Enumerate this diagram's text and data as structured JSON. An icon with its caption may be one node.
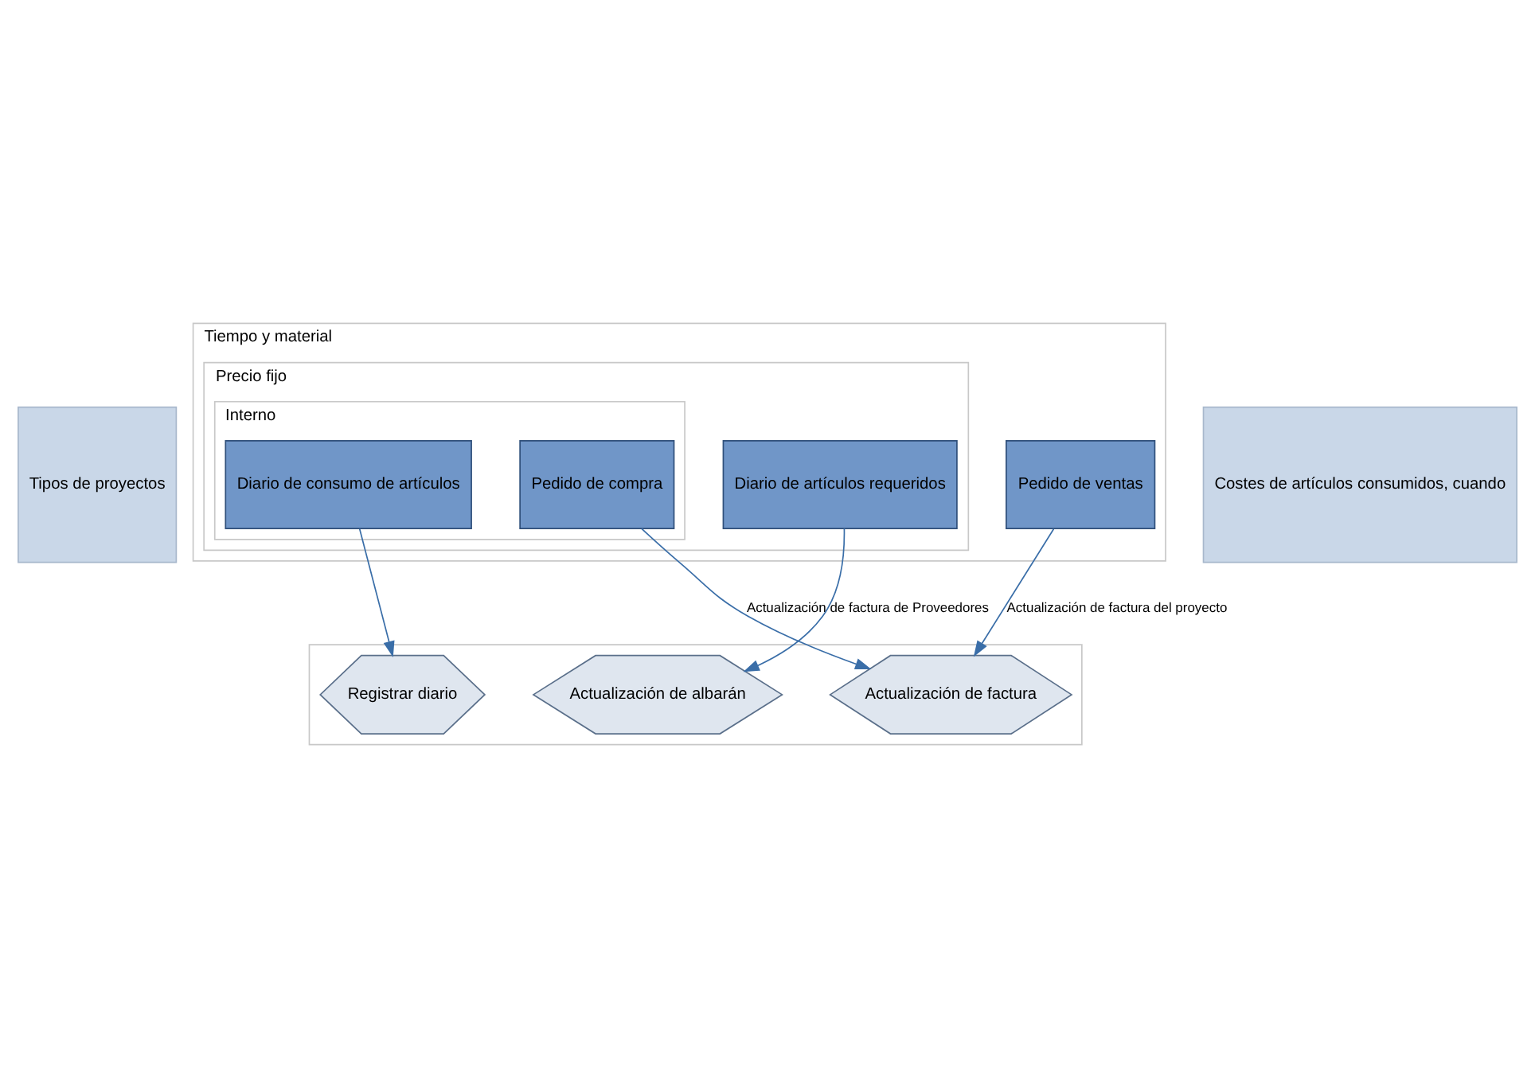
{
  "diagram": {
    "nodes": [
      {
        "text": [
          "Tipos de proyectos"
        ]
      },
      {
        "text": [
          "Tiempo y material"
        ]
      },
      {
        "text": [
          "Precio fijo"
        ],
        "in": 1
      },
      {
        "text": [
          "Interno"
        ],
        "in": 2
      },
      {
        "text": [
          "Diario de consumo de artículos"
        ],
        "in": 3
      },
      {
        "text": [
          "Pedido de compra"
        ],
        "in": 3
      },
      {
        "text": [
          "Diario de artículos requeridos"
        ],
        "in": 2
      },
      {
        "text": [
          "Pedido de ventas"
        ],
        "in": 1
      },
      {
        "text": [
          "Costes de artículos consumidos, cuando"
        ]
      },
      {
        "text": [],
        "shape": "box"
      },
      {
        "text": [
          "Registrar diario"
        ],
        "in": 9
      },
      {
        "text": [
          "Actualización de albarán"
        ],
        "in": 9
      },
      {
        "text": [
          "Actualización de factura"
        ],
        "in": 9
      }
    ],
    "edges": [
      {
        "from": 4,
        "to": 10,
        "arrow": "to"
      },
      {
        "from": 6,
        "to": 11,
        "arrow": "to"
      },
      {
        "from": 5,
        "to": 12,
        "arrow": "to",
        "label": "Actualización de factura de Proveedores"
      },
      {
        "from": 7,
        "to": 12,
        "arrow": "to",
        "label": "Actualización de factura del proyecto"
      }
    ]
  }
}
